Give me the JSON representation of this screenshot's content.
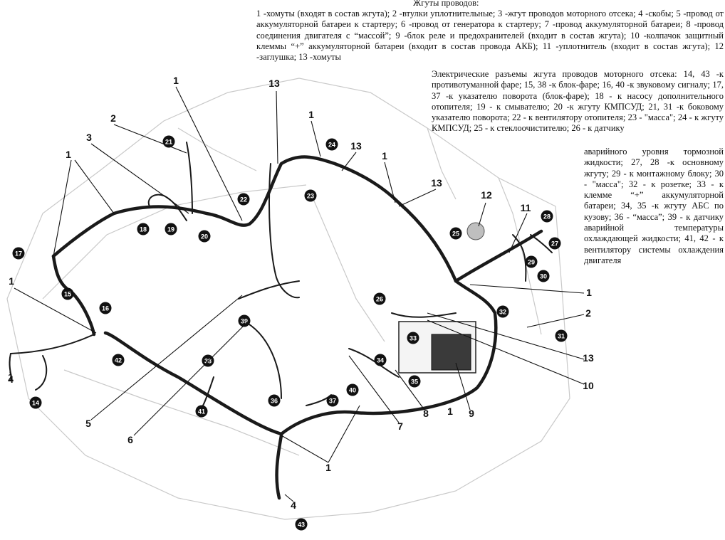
{
  "legend": {
    "title": "Жгуты проводов:",
    "body": "1 -хомуты (входят в состав жгута); 2 -втулки уплотнительные; 3 -жгут проводов моторного отсека; 4 -скобы; 5 -провод от аккумуляторной батареи к стартеру; 6 -провод от генератора к стартеру; 7 -провод аккумуляторной батареи; 8 -провод соединения двигателя с “массой”; 9 -блок реле и предохранителей (входит в состав жгута); 10 -колпачок защитный клеммы “+” аккумуляторной батареи (входит в состав провода АКБ); 11 -уплотнитель (входит в состав жгута); 12 -заглушка; 13 -хомуты"
  },
  "connectors_text": {
    "part1": "Электрические разъемы жгута проводов моторного отсека: 14, 43 -к противотуманной фаре; 15, 38 -к блок-фаре; 16, 40 -к звуковому сигналу; 17, 37 -к указателю поворота (блок-фаре); 18 - к насосу дополнительного отопителя; 19 - к смывателю; 20 -к жгуту КМПСУД; 21, 31 -к боковому указателю поворота; 22 - к вентилятору отопителя; 23 - \"масса\"; 24 - к жгуту КМПСУД; 25 - к стеклоочистителю; 26 - к датчику",
    "part2": "аварийного уровня тормозной жидкости; 27, 28 -к основному жгуту; 29 - к монтажному блоку; 30 - \"масса\"; 32 - к розетке; 33 - к клемме “+” аккумуляторной батареи; 34, 35 -к жгуту АБС по кузову; 36 - “масса”; 39 - к датчику аварийной температуры охлаждающей жидкости; 41, 42 - к вентилятору системы охлаждения двигателя"
  },
  "callouts": [
    "1",
    "1",
    "1",
    "1",
    "1",
    "1",
    "1",
    "1",
    "1",
    "2",
    "2",
    "3",
    "4",
    "4",
    "5",
    "6",
    "7",
    "8",
    "9",
    "10",
    "11",
    "12",
    "13",
    "13",
    "13",
    "13"
  ],
  "badges": [
    "14",
    "15",
    "16",
    "17",
    "18",
    "19",
    "20",
    "21",
    "22",
    "23",
    "24",
    "25",
    "26",
    "27",
    "28",
    "29",
    "30",
    "31",
    "32",
    "33",
    "34",
    "35",
    "36",
    "37",
    "38",
    "39",
    "40",
    "41",
    "42",
    "43"
  ]
}
